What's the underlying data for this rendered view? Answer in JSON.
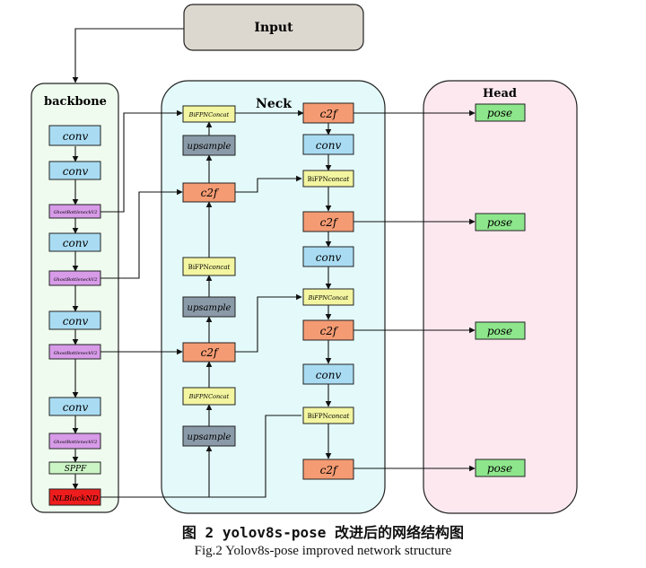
{
  "input": "Input",
  "panels": {
    "backbone": "backbone",
    "neck": "Neck",
    "head": "Head"
  },
  "backbone": {
    "conv": "conv",
    "ghost": "GhostBottleneckV2",
    "sppf": "SPPF",
    "nlblock": "NLBlockND"
  },
  "neck": {
    "bifpn": "BiFPNConcat",
    "bifpn_mixed_a": "BiFPN",
    "bifpn_mixed_b": "concat",
    "upsample": "upsample",
    "c2f": "c2f",
    "conv": "conv"
  },
  "head": {
    "pose": "pose"
  },
  "caption": {
    "cn": "图 2  yolov8s-pose 改进后的网络结构图",
    "en": "Fig.2  Yolov8s-pose improved network structure"
  },
  "colors": {
    "backbone_bg": "#eefbee",
    "neck_bg": "#e4fafa",
    "head_bg": "#fde8f0",
    "input_bg": "#ddd8cf",
    "conv": "#a9dcf3",
    "ghost": "#d79be8",
    "sppf": "#ccf5c6",
    "nlblock": "#ee1c1c",
    "bifpn": "#f3f5a0",
    "upsample": "#8a9aa8",
    "c2f": "#f49b73",
    "pose": "#8ee68c"
  }
}
